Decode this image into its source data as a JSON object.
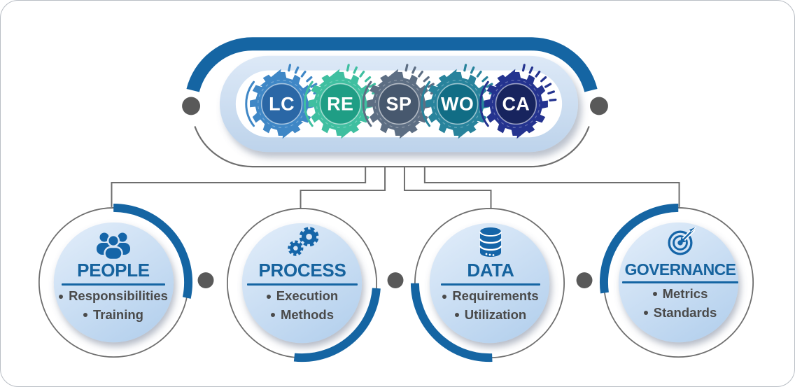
{
  "colors": {
    "accent": "#1565a3",
    "title_blue": "#16639e",
    "icon_blue": "#1565a8",
    "line_gray": "#6e6e6e",
    "dot_gray": "#595959",
    "bullet_text": "#4a4a4a",
    "capsule_light_top": "#dde9f7",
    "capsule_light_bottom": "#bdd3eb",
    "node_fill_light": "#e3eefa",
    "node_fill_dark": "#b7d2ee",
    "icon_hole": "#d9e6f5"
  },
  "hub": {
    "gears": [
      {
        "label": "LC",
        "color": "#3f87c6",
        "dark": "#2a67a6"
      },
      {
        "label": "RE",
        "color": "#3fbfa0",
        "dark": "#1f9e85"
      },
      {
        "label": "SP",
        "color": "#5d6e83",
        "dark": "#47586e"
      },
      {
        "label": "WO",
        "color": "#28839c",
        "dark": "#116d85"
      },
      {
        "label": "CA",
        "color": "#24338f",
        "dark": "#17245e"
      }
    ]
  },
  "nodes": [
    {
      "title": "PEOPLE",
      "icon": "people-icon",
      "bullets": [
        "Responsibilities",
        "Training"
      ]
    },
    {
      "title": "PROCESS",
      "icon": "process-icon",
      "bullets": [
        "Execution",
        "Methods"
      ]
    },
    {
      "title": "DATA",
      "icon": "database-icon",
      "bullets": [
        "Requirements",
        "Utilization"
      ]
    },
    {
      "title": "GOVERNANCE",
      "icon": "target-icon",
      "bullets": [
        "Metrics",
        "Standards"
      ]
    }
  ]
}
